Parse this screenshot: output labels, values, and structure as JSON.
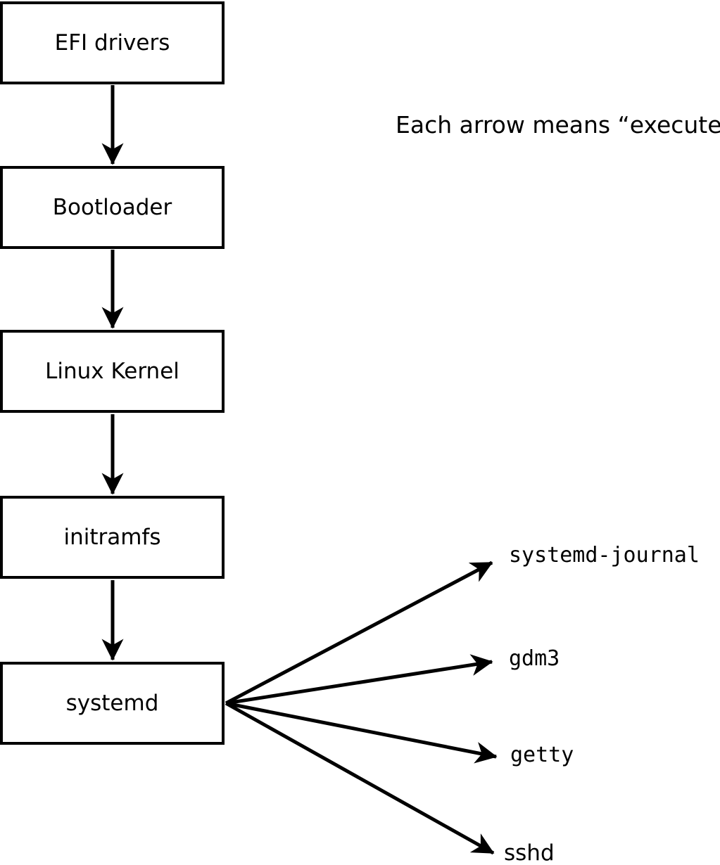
{
  "diagram": {
    "note": "Each arrow means “executes”.",
    "boot_chain": [
      {
        "label": "EFI drivers"
      },
      {
        "label": "Bootloader"
      },
      {
        "label": "Linux Kernel"
      },
      {
        "label": "initramfs"
      },
      {
        "label": "systemd"
      }
    ],
    "spawned_processes": [
      {
        "label": "systemd-journal"
      },
      {
        "label": "gdm3"
      },
      {
        "label": "getty"
      },
      {
        "label": "sshd"
      }
    ],
    "arrow_meaning": "executes",
    "colors": {
      "stroke": "#000000",
      "text": "#000000",
      "box_fill": "#ffffff",
      "background": "#ffffff"
    }
  }
}
